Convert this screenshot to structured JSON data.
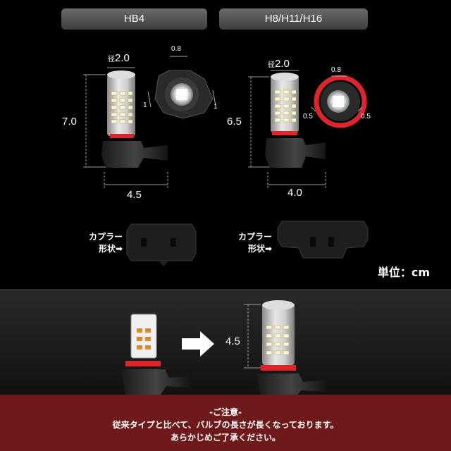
{
  "tabs": {
    "hb4": "HB4",
    "h8": "H8/H11/H16"
  },
  "hb4": {
    "diameter_prefix": "径",
    "diameter": "2.0",
    "height": "7.0",
    "width": "4.5",
    "led_width": "0.8",
    "side_left": "1",
    "side_right": "1",
    "coupler_label_line1": "カプラー",
    "coupler_label_line2": "形状➡"
  },
  "h8": {
    "diameter_prefix": "径",
    "diameter": "2.0",
    "height": "6.5",
    "width": "4.0",
    "led_width": "0.8",
    "side_left": "0.5",
    "side_right": "0.5",
    "coupler_label_line1": "カプラー",
    "coupler_label_line2": "形状➡"
  },
  "unit_label": "単位：cm",
  "comparison": {
    "length": "4.5"
  },
  "notice": {
    "title": "-ご注意-",
    "line1": "従来タイプと比べて、バルブの長さが長くなっております。",
    "line2": "あらかじめご了承ください。"
  },
  "colors": {
    "notice_bg": "#6e1a1a",
    "red_ring": "#e0242b",
    "tab_bg": "#555555"
  }
}
